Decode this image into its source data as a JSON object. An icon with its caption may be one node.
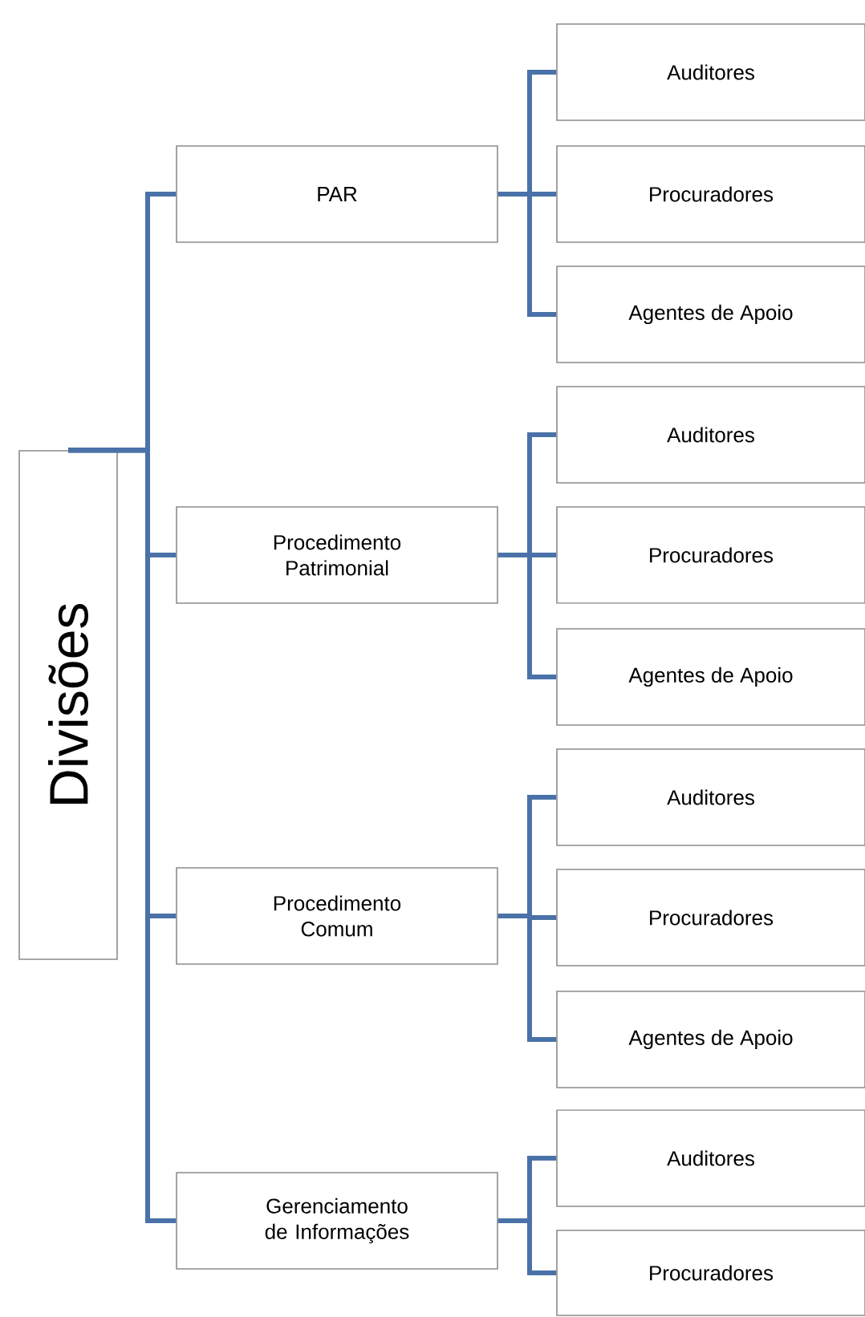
{
  "diagram": {
    "nodes": [
      {
        "text": [
          "Divisões"
        ]
      },
      {
        "text": [
          "PAR"
        ]
      },
      {
        "text": [
          "Auditores"
        ]
      },
      {
        "text": [
          "Procuradores"
        ]
      },
      {
        "text": [
          "Agentes de Apoio"
        ]
      },
      {
        "text": [
          "Procedimento Patrimonial"
        ]
      },
      {
        "text": [
          "Auditores"
        ]
      },
      {
        "text": [
          "Procuradores"
        ]
      },
      {
        "text": [
          "Agentes de Apoio"
        ]
      },
      {
        "text": [
          "Procedimento Comum"
        ]
      },
      {
        "text": [
          "Auditores"
        ]
      },
      {
        "text": [
          "Procuradores"
        ]
      },
      {
        "text": [
          "Agentes de Apoio"
        ]
      },
      {
        "text": [
          "Gerenciamento de Informações"
        ]
      },
      {
        "text": [
          "Auditores"
        ]
      },
      {
        "text": [
          "Procuradores"
        ]
      }
    ],
    "edges": [
      {
        "from": 0,
        "to": 1,
        "arrow": "none"
      },
      {
        "from": 0,
        "to": 5,
        "arrow": "none"
      },
      {
        "from": 0,
        "to": 9,
        "arrow": "none"
      },
      {
        "from": 0,
        "to": 13,
        "arrow": "none"
      },
      {
        "from": 1,
        "to": 2,
        "arrow": "none"
      },
      {
        "from": 1,
        "to": 3,
        "arrow": "none"
      },
      {
        "from": 1,
        "to": 4,
        "arrow": "none"
      },
      {
        "from": 5,
        "to": 6,
        "arrow": "none"
      },
      {
        "from": 5,
        "to": 7,
        "arrow": "none"
      },
      {
        "from": 5,
        "to": 8,
        "arrow": "none"
      },
      {
        "from": 9,
        "to": 10,
        "arrow": "none"
      },
      {
        "from": 9,
        "to": 11,
        "arrow": "none"
      },
      {
        "from": 9,
        "to": 12,
        "arrow": "none"
      },
      {
        "from": 13,
        "to": 14,
        "arrow": "none"
      },
      {
        "from": 13,
        "to": 15,
        "arrow": "none"
      }
    ]
  }
}
